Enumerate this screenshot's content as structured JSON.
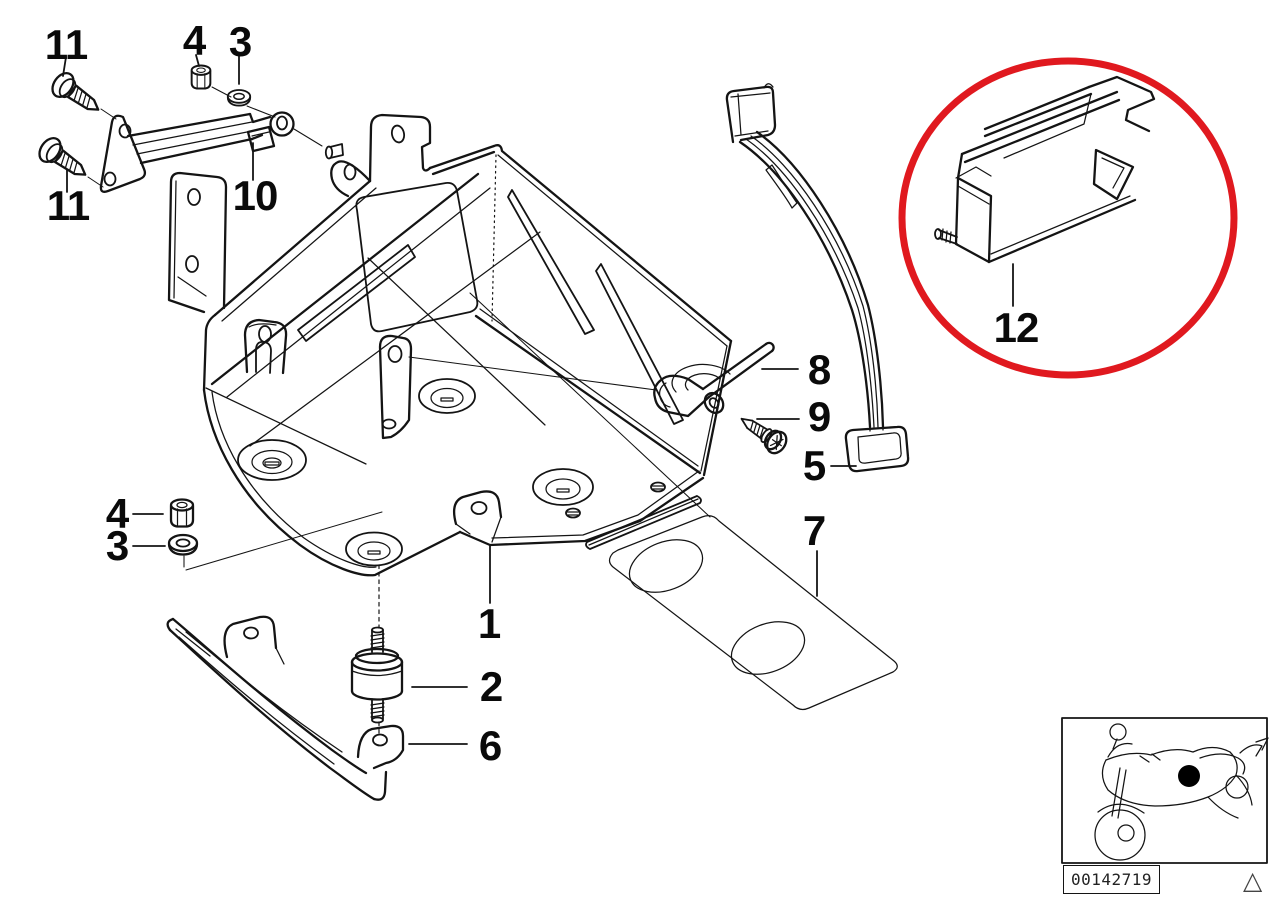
{
  "diagram_title": "",
  "callouts": [
    {
      "label": "11"
    },
    {
      "label": "4"
    },
    {
      "label": "3"
    },
    {
      "label": "11"
    },
    {
      "label": "10"
    },
    {
      "label": "4"
    },
    {
      "label": "3"
    },
    {
      "label": "1"
    },
    {
      "label": "2"
    },
    {
      "label": "6"
    },
    {
      "label": "8"
    },
    {
      "label": "9"
    },
    {
      "label": "5"
    },
    {
      "label": "7"
    },
    {
      "label": "12"
    }
  ],
  "footer": {
    "image_code": "00142719",
    "warning_glyph": "△"
  },
  "icons": {
    "location_thumbnail": "motorcycle-side-view",
    "location_marker": "filled-circle",
    "warning": "outline-triangle"
  },
  "colors": {
    "highlight_red": "#E0191F",
    "line": "#141414",
    "background": "#FFFFFF"
  }
}
